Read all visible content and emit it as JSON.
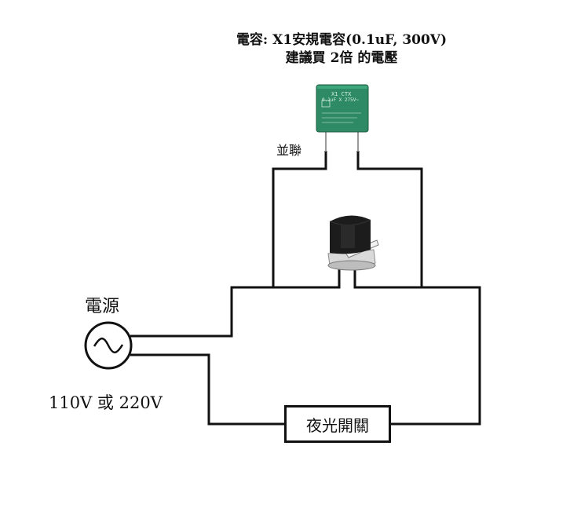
{
  "capacitor_note": {
    "line1": "電容: X1安規電容(0.1uF, 300V)",
    "line2": "建議買 2倍 的電壓"
  },
  "labels": {
    "parallel": "並聯",
    "power_source": "電源",
    "voltage": "110V 或 220V"
  },
  "switch": {
    "label": "夜光開關"
  },
  "capacitor_markings": {
    "line1": "X1 CTX",
    "line2": "0.1uF X 275V~"
  },
  "colors": {
    "wire": "#111111",
    "capacitor_body": "#2e8a64",
    "lamp_body": "#1c1c1c",
    "lamp_ring": "#d9d9d9"
  },
  "icons": {
    "capacitor": "x1-safety-capacitor-icon",
    "lamp": "downlight-lamp-icon",
    "ac_source": "ac-source-icon"
  }
}
